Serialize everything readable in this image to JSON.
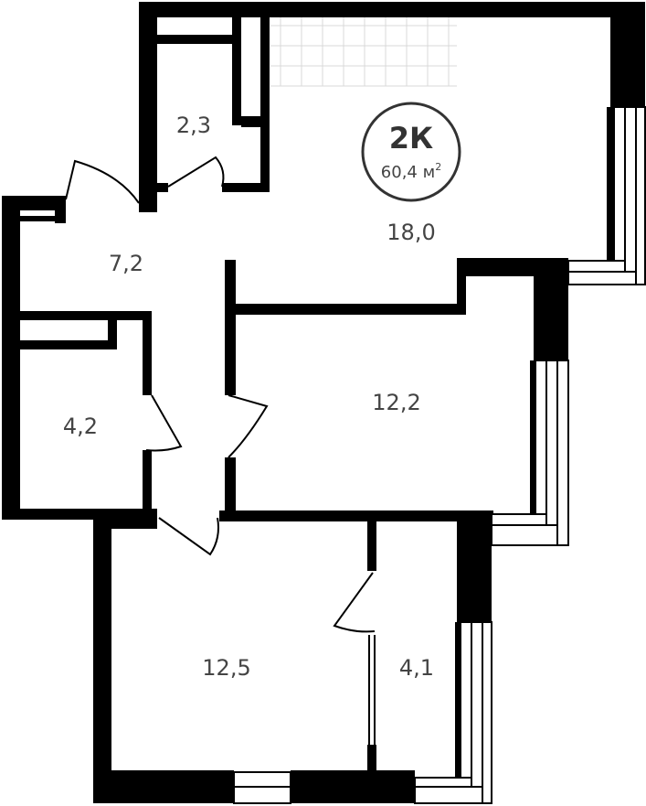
{
  "badge": {
    "type": "2К",
    "total_area": "60,4 м",
    "unit_power": "2"
  },
  "rooms": {
    "living": "18,0",
    "storage": "2,3",
    "hall": "7,2",
    "bathroom": "4,2",
    "bedroom_1": "12,2",
    "bedroom_2": "12,5",
    "balcony": "4,1"
  },
  "colors": {
    "wall": "#000000",
    "text": "#444444",
    "kitchen_grid": "#d9d9d9"
  }
}
